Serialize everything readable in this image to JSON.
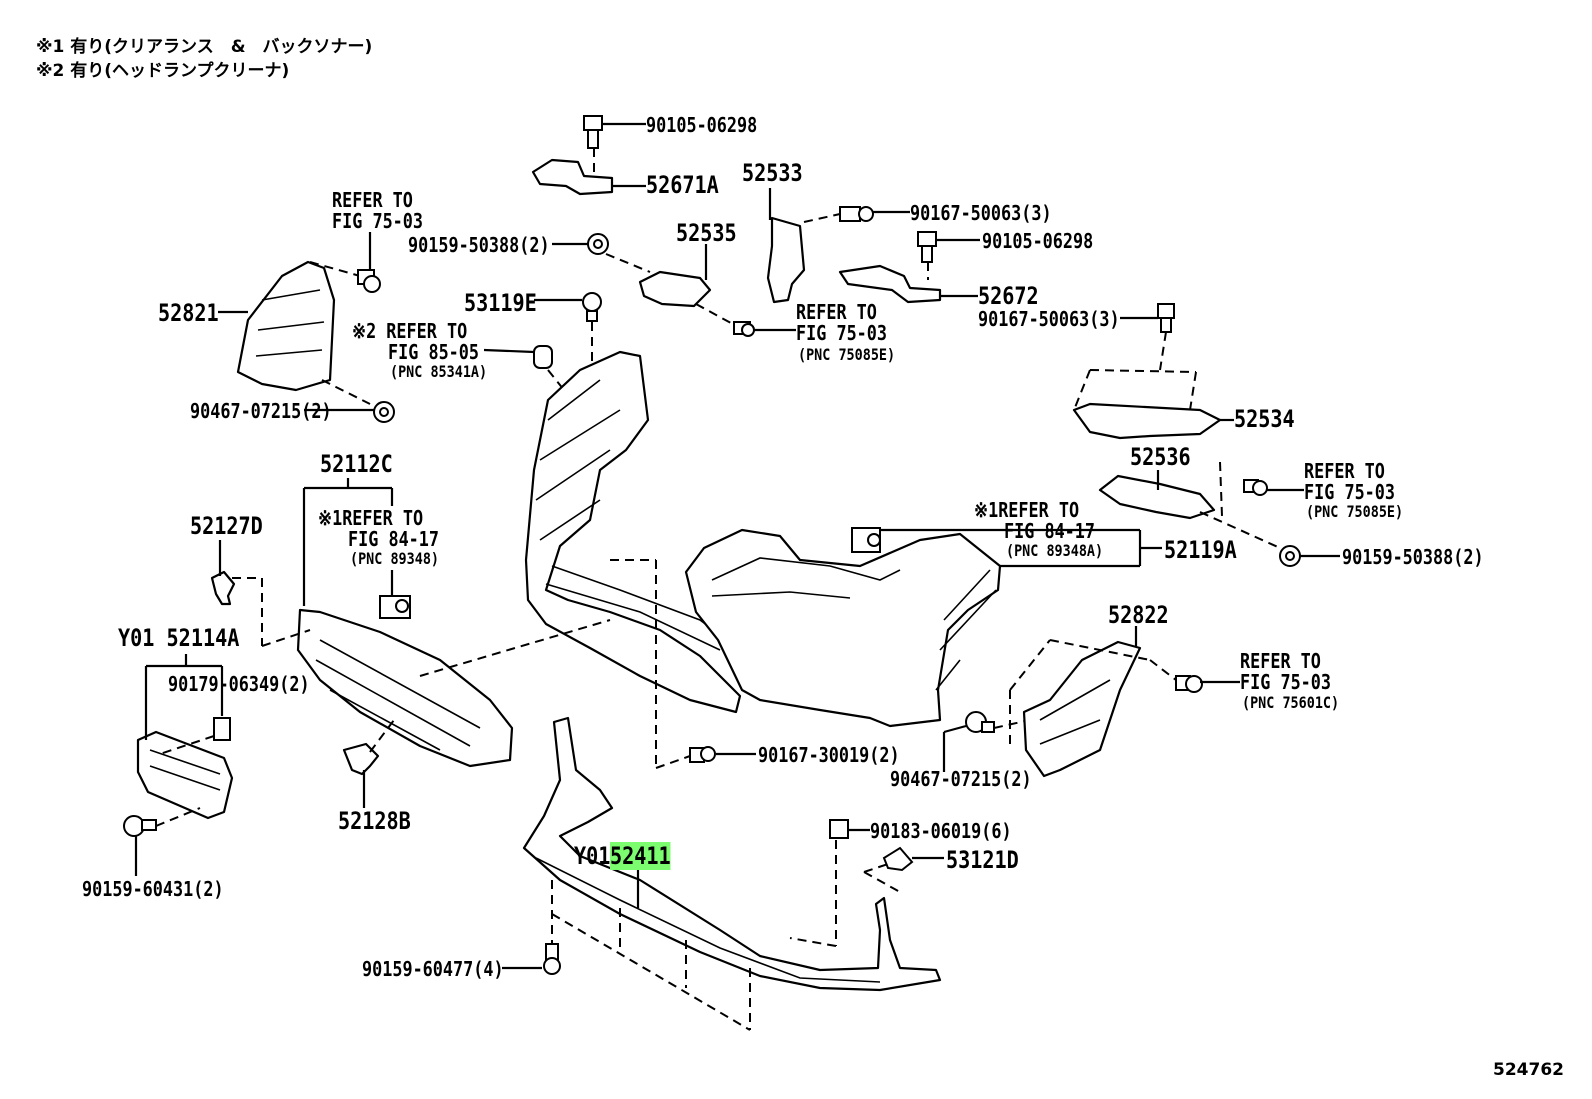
{
  "notes": [
    "※1 有り(クリアランス　&　バックソナー)",
    "※2 有り(ヘッドランプクリーナ)"
  ],
  "labels": [
    {
      "id": "90105-06298-top",
      "text": "90105-06298"
    },
    {
      "id": "52671A",
      "text": "52671A"
    },
    {
      "id": "52533",
      "text": "52533"
    },
    {
      "id": "90167-50063-a",
      "text": "90167-50063(3)"
    },
    {
      "id": "90105-06298-b",
      "text": "90105-06298"
    },
    {
      "id": "refer-1a",
      "text": "REFER TO"
    },
    {
      "id": "refer-1b",
      "text": "FIG 75-03"
    },
    {
      "id": "90159-50388-a",
      "text": "90159-50388(2)"
    },
    {
      "id": "52535",
      "text": "52535"
    },
    {
      "id": "52672",
      "text": "52672"
    },
    {
      "id": "53119E",
      "text": "53119E"
    },
    {
      "id": "90167-50063-b",
      "text": "90167-50063(3)"
    },
    {
      "id": "52821",
      "text": "52821"
    },
    {
      "id": "refer-2a",
      "text": "※2 REFER TO"
    },
    {
      "id": "refer-2b",
      "text": "FIG 85-05"
    },
    {
      "id": "refer-2c",
      "text": "(PNC 85341A)"
    },
    {
      "id": "refer-3a",
      "text": "REFER TO"
    },
    {
      "id": "refer-3b",
      "text": "FIG 75-03"
    },
    {
      "id": "refer-3c",
      "text": "(PNC 75085E)"
    },
    {
      "id": "90467-07215-a",
      "text": "90467-07215(2)"
    },
    {
      "id": "52534",
      "text": "52534"
    },
    {
      "id": "52112C",
      "text": "52112C"
    },
    {
      "id": "52536",
      "text": "52536"
    },
    {
      "id": "refer-4a",
      "text": "REFER TO"
    },
    {
      "id": "refer-4b",
      "text": "FIG 75-03"
    },
    {
      "id": "refer-4c",
      "text": "(PNC 75085E)"
    },
    {
      "id": "52127D",
      "text": "52127D"
    },
    {
      "id": "refer-5a",
      "text": "※1REFER TO"
    },
    {
      "id": "refer-5b",
      "text": "FIG 84-17"
    },
    {
      "id": "refer-5c",
      "text": "(PNC 89348)"
    },
    {
      "id": "refer-6a",
      "text": "※1REFER TO"
    },
    {
      "id": "refer-6b",
      "text": "FIG 84-17"
    },
    {
      "id": "refer-6c",
      "text": "(PNC 89348A)"
    },
    {
      "id": "52119A",
      "text": "52119A"
    },
    {
      "id": "90159-50388-b",
      "text": "90159-50388(2)"
    },
    {
      "id": "Y01-52114A",
      "text": "Y01 52114A"
    },
    {
      "id": "52822",
      "text": "52822"
    },
    {
      "id": "90179-06349",
      "text": "90179-06349(2)"
    },
    {
      "id": "refer-7a",
      "text": "REFER TO"
    },
    {
      "id": "refer-7b",
      "text": "FIG 75-03"
    },
    {
      "id": "refer-7c",
      "text": "(PNC 75601C)"
    },
    {
      "id": "90167-30019",
      "text": "90167-30019(2)"
    },
    {
      "id": "90467-07215-b",
      "text": "90467-07215(2)"
    },
    {
      "id": "52128B",
      "text": "52128B"
    },
    {
      "id": "90183-06019",
      "text": "90183-06019(6)"
    },
    {
      "id": "Y01-prefix",
      "text": "Y01"
    },
    {
      "id": "52411",
      "text": "52411"
    },
    {
      "id": "53121D",
      "text": "53121D"
    },
    {
      "id": "90159-60431",
      "text": "90159-60431(2)"
    },
    {
      "id": "90159-60477",
      "text": "90159-60477(4)"
    }
  ],
  "diagram_code": "524762",
  "highlight_color": "#7CFC6F"
}
